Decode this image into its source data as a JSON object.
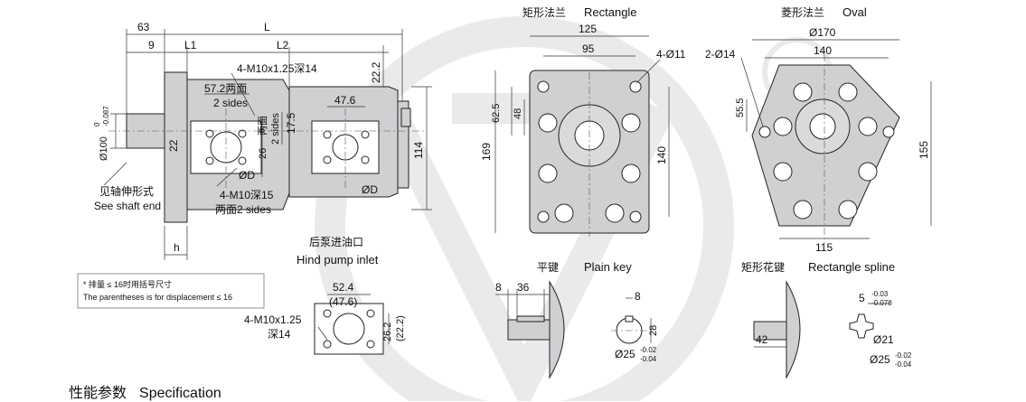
{
  "section_title": {
    "cn": "性能参数",
    "en": "Specification"
  },
  "colors": {
    "drawing_fill": "#cfd0d2",
    "line": "#222222",
    "watermark": "#e9eaec"
  },
  "side_view": {
    "dims": {
      "d63": "63",
      "L": "L",
      "d9": "9",
      "L1": "L1",
      "L2": "L2",
      "d22_2": "22.2",
      "d22": "22",
      "d26": "26",
      "d17_5": "17.5",
      "d114": "114",
      "d47_6": "47.6",
      "d57_2": "57.2",
      "h": "h"
    },
    "labels": {
      "m10_top": "4-M10x1.25深14",
      "sides_57": "57.2两面",
      "sides_57_en": "2 sides",
      "sides_26_cn": "两面",
      "sides_26_en": "2 sides",
      "phiD_1": "ØD",
      "phiD_2": "ØD",
      "m10_deep15": "4-M10深15",
      "sides_bottom": "两面2 sides",
      "shaft_dia": "Ø100",
      "shaft_tol_upper": "0",
      "shaft_tol_lower": "-0.087",
      "see_shaft_cn": "见轴伸形式",
      "see_shaft_en": "See shaft end"
    }
  },
  "note": {
    "cn": "* 排量 ≤ 16时用括号尺寸",
    "en": "The parentheses is for displacement ≤ 16"
  },
  "hind_inlet": {
    "title_cn": "后泵进油口",
    "title_en": "Hind pump inlet",
    "d52_4": "52.4",
    "d47_6p": "(47.6)",
    "d26_2": "26.2",
    "d22_2p": "(22.2)",
    "thread": "4-M10x1.25",
    "depth": "深14"
  },
  "rect_flange": {
    "title_cn": "矩形法兰",
    "title_en": "Rectangle",
    "w125": "125",
    "w95": "95",
    "holes": "4-Ø11",
    "d62_5": "62.5",
    "d48": "48",
    "h169": "169",
    "h140": "140"
  },
  "oval_flange": {
    "title_cn": "菱形法兰",
    "title_en": "Oval",
    "d170": "Ø170",
    "w140": "140",
    "holes": "2-Ø14",
    "d55_5": "55.5",
    "h155": "155",
    "w115": "115"
  },
  "plain_key": {
    "title_cn": "平键",
    "title_en": "Plain key",
    "d8": "8",
    "d36": "36",
    "key8": "8",
    "d28": "28",
    "dia": "Ø25",
    "tol_upper": "-0.02",
    "tol_lower": "-0.04"
  },
  "spline": {
    "title_cn": "矩形花键",
    "title_en": "Rectangle spline",
    "d5": "5",
    "tol5_upper": "-0.03",
    "tol5_lower": "-0.078",
    "d42": "42",
    "d21": "Ø21",
    "dia": "Ø25",
    "tol_upper": "-0.02",
    "tol_lower": "-0.04"
  }
}
